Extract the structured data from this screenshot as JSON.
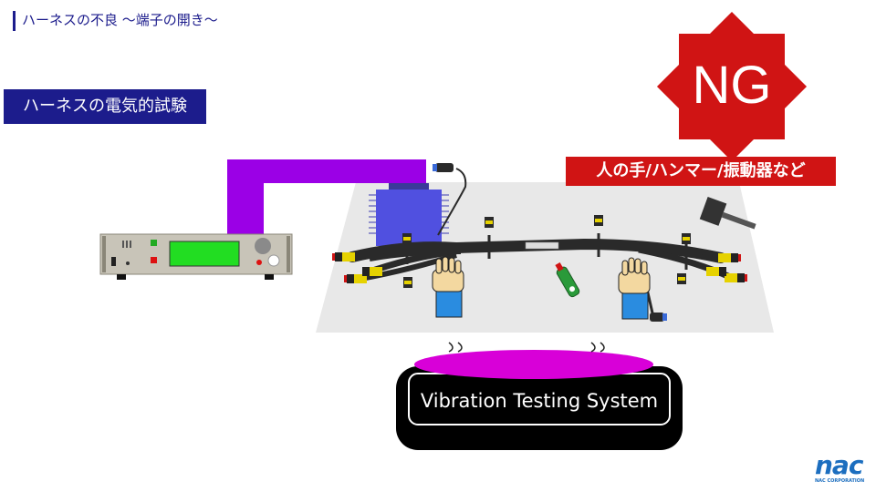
{
  "header": {
    "title": "ハーネスの不良 〜端子の開き〜"
  },
  "section": {
    "label": "ハーネスの電気的試験"
  },
  "ng": {
    "mark": "NG",
    "caption": "人の手/ハンマー/振動器など",
    "color": "#d01414"
  },
  "vibration": {
    "label": "Vibration Testing System"
  },
  "logo": {
    "mark": "nac",
    "sub": "NAC CORPORATION"
  },
  "colors": {
    "accent": "#1c1c8c",
    "cable": "#9b00e6",
    "connector_block": "#5050e0",
    "shaker_top": "#d800d8",
    "tester_display": "#22dd22",
    "logo": "#1c6ebf"
  },
  "icons": [
    "electrical-tester-icon",
    "hand-icon",
    "hammer-icon",
    "connector-icon",
    "probe-icon",
    "shaker-table-icon"
  ]
}
